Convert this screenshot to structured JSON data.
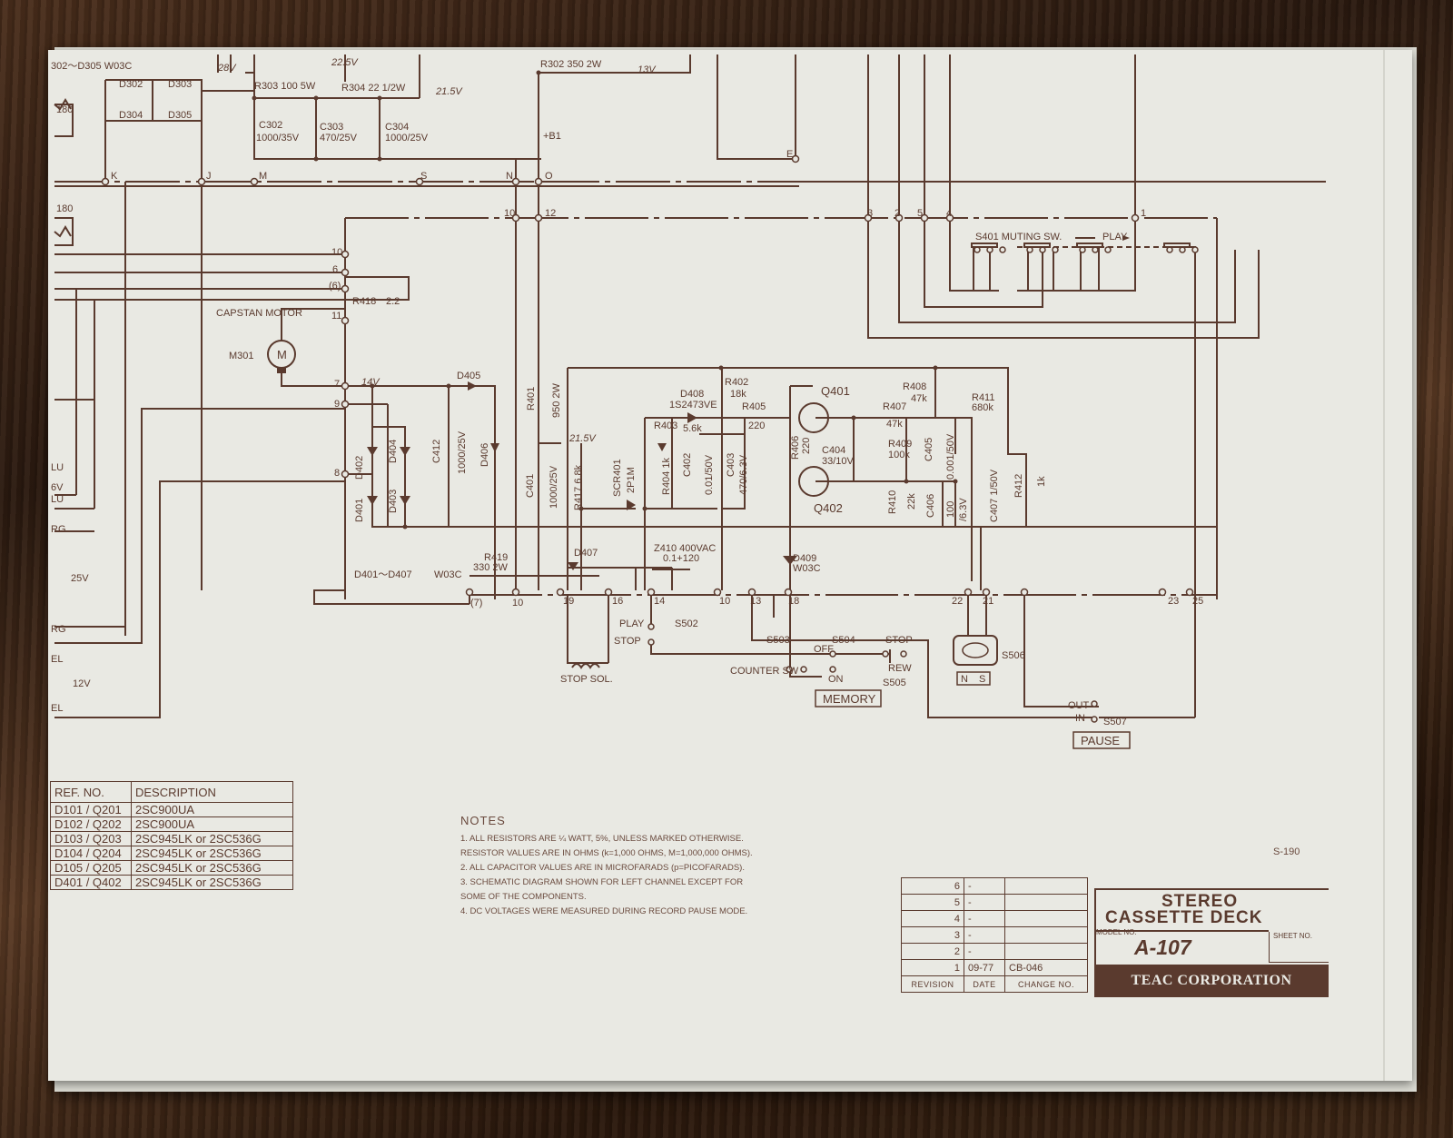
{
  "top_labels": {
    "diodes_range": "302～D305  W03C",
    "v28": "28V",
    "v225": "22.5V",
    "v215a": "21.5V",
    "v13": "13V",
    "r303": "R303 100 5W",
    "r304": "R304 22 1/2W",
    "r302": "R302  350 2W",
    "b1": "+B1",
    "c302": "C302",
    "c302v": "1000/35V",
    "c303": "C303",
    "c303v": "470/25V",
    "c304": "C304",
    "c304v": "1000/25V",
    "d302": "D302",
    "d303": "D303",
    "d304": "D304",
    "d305": "D305",
    "r180a": "180",
    "r180b": "180"
  },
  "node_labels": [
    "K",
    "J",
    "M",
    "S",
    "N",
    "O",
    "E",
    "10",
    "12",
    "3",
    "2",
    "5",
    "4",
    "1",
    "10",
    "6",
    "(6)",
    "11",
    "7",
    "9",
    "8",
    "(7)",
    "10",
    "19",
    "16",
    "14",
    "10",
    "13",
    "18",
    "22",
    "21",
    "23",
    "25"
  ],
  "mid_labels": {
    "s401": "S401 MUTING SW.",
    "play": "PLAY",
    "r418": "R418",
    "r418v": "2.2",
    "capstan": "CAPSTAN MOTOR",
    "m301": "M301",
    "m": "M",
    "v14": "14V",
    "d405": "D405",
    "d402": "D402",
    "d404": "D404",
    "d401": "D401",
    "d403": "D403",
    "d406": "D406",
    "c412": "C412",
    "c412v": "1000/25V",
    "r401": "R401",
    "r401v": "950 2W",
    "c401": "C401",
    "c401v": "1000/25V",
    "v215b": "21.5V",
    "r417": "R417 6.8k",
    "scr401": "SCR401",
    "scr401v": "2P1M",
    "d408": "D408",
    "d408v": "1S2473VE",
    "r402": "R402",
    "r402v": "18k",
    "r403": "R403",
    "r403v": "5.6k",
    "r405": "R405",
    "r405v": "220",
    "r404": "R404 1k",
    "c402": "C402",
    "c402v": "0.01/50V",
    "c403": "C403",
    "c403v": "470/6.3V",
    "q401": "Q401",
    "q402": "Q402",
    "r406": "R406",
    "r406v": "220",
    "c404": "C404",
    "c404v": "33/10V",
    "r408": "R408",
    "r408v": "47k",
    "r407": "R407",
    "r407v": "47k",
    "r409": "R409",
    "r409v": "100k",
    "c405": "C405",
    "c405v": "0.001/50V",
    "r410": "R410",
    "r410v": "22k",
    "c406": "C406",
    "c406v": "100",
    "c406v2": "/6.3V",
    "r411": "R411",
    "r411v": "680k",
    "c407": "C407 1/50V",
    "r412": "R412",
    "r412v": "1k",
    "r419": "R419",
    "r419v": "330 2W",
    "d401_407": "D401～D407",
    "w03c": "W03C",
    "d407": "D407",
    "z410": "Z410  400VAC",
    "z410v": "0.1+120",
    "d409": "D409",
    "d409v": "W03C",
    "left_lu": "LU",
    "left_6v": "6V",
    "left_lu2": "LU",
    "left_rg": "RG",
    "left_25v": "25V",
    "left_rg2": "RG",
    "left_el": "EL",
    "left_12v": "12V",
    "left_el2": "EL"
  },
  "switch_labels": {
    "play": "PLAY",
    "stop": "STOP",
    "s502": "S502",
    "stop_sol": "STOP SOL.",
    "s503": "S503",
    "s504": "S504",
    "off": "OFF",
    "on": "ON",
    "stop2": "STOP",
    "rew": "REW",
    "counter": "COUNTER SW",
    "s505": "S505",
    "memory": "MEMORY",
    "s506": "S506",
    "n": "N",
    "s": "S",
    "out": "OUT",
    "in": "IN",
    "s507": "S507",
    "pause": "PAUSE"
  },
  "parts_table": {
    "headers": [
      "REF. NO.",
      "DESCRIPTION"
    ],
    "rows": [
      [
        "D101 / Q201",
        "2SC900UA"
      ],
      [
        "D102 / Q202",
        "2SC900UA"
      ],
      [
        "D103 / Q203",
        "2SC945LK or 2SC536G"
      ],
      [
        "D104 / Q204",
        "2SC945LK or 2SC536G"
      ],
      [
        "D105 / Q205",
        "2SC945LK or 2SC536G"
      ],
      [
        "D401 / Q402",
        "2SC945LK or 2SC536G"
      ]
    ]
  },
  "notes": {
    "title": "NOTES",
    "items": [
      "1.  ALL RESISTORS ARE ¼ WATT, 5%, UNLESS MARKED OTHERWISE.",
      "     RESISTOR VALUES ARE IN OHMS (k=1,000 OHMS, M=1,000,000 OHMS).",
      "2.  ALL CAPACITOR VALUES ARE IN MICROFARADS (p=PICOFARADS).",
      "3.  SCHEMATIC DIAGRAM SHOWN FOR LEFT CHANNEL EXCEPT FOR",
      "     SOME OF THE COMPONENTS.",
      "4.  DC VOLTAGES WERE MEASURED DURING RECORD PAUSE MODE."
    ]
  },
  "sheet_code": "S-190",
  "revision_block": {
    "rows": [
      {
        "n": "6",
        "date": "-",
        "change": ""
      },
      {
        "n": "5",
        "date": "-",
        "change": ""
      },
      {
        "n": "4",
        "date": "-",
        "change": ""
      },
      {
        "n": "3",
        "date": "-",
        "change": ""
      },
      {
        "n": "2",
        "date": "-",
        "change": ""
      },
      {
        "n": "1",
        "date": "09-77",
        "change": "CB-046"
      }
    ],
    "headers": [
      "REVISION",
      "DATE",
      "CHANGE NO."
    ]
  },
  "title_block": {
    "line1": "STEREO",
    "line2": "CASSETTE DECK",
    "model_label": "MODEL NO.",
    "model": "A-107",
    "sheet_label": "SHEET NO.",
    "company": "TEAC CORPORATION"
  },
  "colors": {
    "ink": "#5a3a2e",
    "paper": "#e9e9e3",
    "wood": "#3d2615"
  }
}
